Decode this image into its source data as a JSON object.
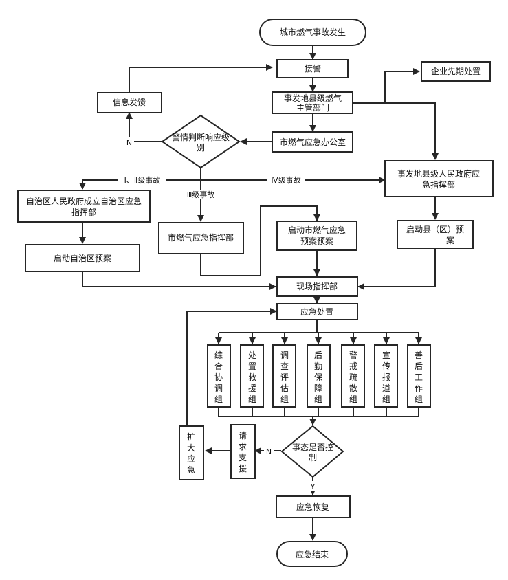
{
  "nodes": {
    "start": "城市燃气事故发生",
    "jiejing": "接警",
    "qiye": "企业先期处置",
    "xinxi": "信息发馈",
    "county_dept_1": "事发地县级燃气",
    "county_dept_2": "主管部门",
    "decision_1": "警情判断响应级",
    "decision_2": "别",
    "city_office": "市燃气应急办公室",
    "county_gov_1": "事发地县级人民政府应",
    "county_gov_2": "急指挥部",
    "region_cmd_1": "自治区人民政府成立自治区应急",
    "region_cmd_2": "指挥部",
    "city_cmd": "市燃气应急指挥部",
    "start_city_1": "启动市燃气应急",
    "start_city_2": "预案预案",
    "start_county_1": "启动县（区）预",
    "start_county_2": "案",
    "start_region": "启动自治区预案",
    "field_cmd": "现场指挥部",
    "response": "应急处置",
    "groups": [
      [
        "综",
        "合",
        "协",
        "调",
        "组"
      ],
      [
        "处",
        "置",
        "救",
        "援",
        "组"
      ],
      [
        "调",
        "查",
        "评",
        "估",
        "组"
      ],
      [
        "后",
        "勤",
        "保",
        "障",
        "组"
      ],
      [
        "警",
        "戒",
        "疏",
        "散",
        "组"
      ],
      [
        "宣",
        "传",
        "报",
        "道",
        "组"
      ],
      [
        "善",
        "后",
        "工",
        "作",
        "组"
      ]
    ],
    "expand": [
      "扩",
      "大",
      "应",
      "急"
    ],
    "request": [
      "请",
      "求",
      "支",
      "援"
    ],
    "decision2_1": "事态是否控",
    "decision2_2": "制",
    "recover": "应急恢复",
    "end": "应急结束"
  },
  "edge_labels": {
    "n1": "N",
    "level12": "Ⅰ、Ⅱ级事故",
    "level4": "Ⅳ级事故",
    "level3": "Ⅲ级事故",
    "n2": "N",
    "y": "Y"
  }
}
